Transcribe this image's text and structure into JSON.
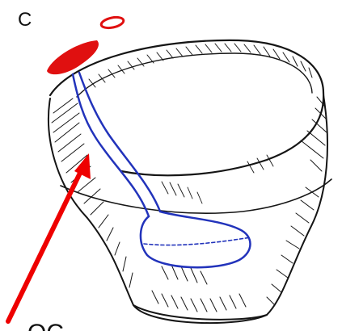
{
  "panel": {
    "label": "C",
    "bottom_cut_text": "OC"
  },
  "illustration": {
    "subject": "bowl-with-spoon",
    "bowl_hatching_color": "#151515",
    "spoon_outline_color": "#2233bb",
    "highlight_color": "#e01010",
    "arrow_color": "#ee0000"
  }
}
